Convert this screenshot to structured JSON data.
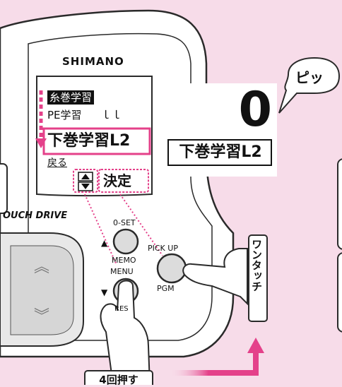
{
  "colors": {
    "background": "#f7dce9",
    "accent_pink": "#e4418a",
    "device_line": "#2a2a2a",
    "lcd": "#ffffff",
    "highlight_bg": "#111111"
  },
  "device": {
    "brand": "SHIMANO",
    "series_label": "OUCH DRIVE",
    "lcd_menu": {
      "items": [
        {
          "label": "糸巻学習",
          "state": "inverted"
        },
        {
          "label": "PE学習",
          "value": "ｌｌ",
          "state": "normal"
        },
        {
          "label": "下巻学習L2",
          "state": "selected-enlarged"
        },
        {
          "label": "戻る",
          "state": "normal"
        }
      ],
      "nav_hint": "決定"
    },
    "buttons": {
      "oset": "0-SET",
      "memo": "MEMO",
      "menu": "MENU",
      "res": "RES",
      "pickup": "PICK UP",
      "pgm": "PGM"
    }
  },
  "zoom_panel": {
    "big_value": "0",
    "label": "下巻学習L2"
  },
  "speech_bubble": {
    "text": "ピッ"
  },
  "vertical_tag": {
    "text": "ワンタッチ"
  },
  "press_label": {
    "text": "4回押す"
  }
}
